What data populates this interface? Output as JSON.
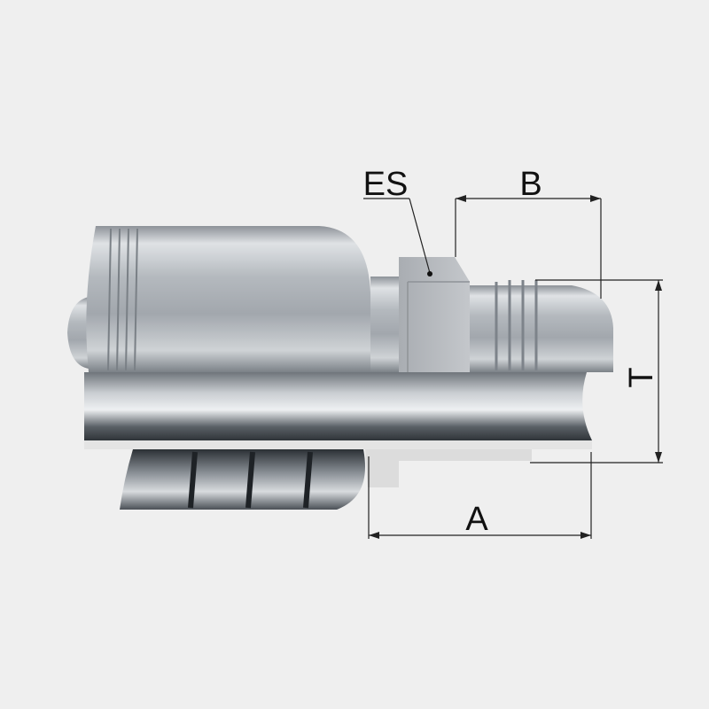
{
  "diagram": {
    "labels": {
      "es": "ES",
      "b": "B",
      "t": "T",
      "a": "A"
    },
    "colors": {
      "background": "#efefef",
      "dimension_line": "#222222",
      "metal_light": "#e6e8ea",
      "metal_dark": "#5f656b",
      "section_fill": "#dcdcdc"
    }
  }
}
